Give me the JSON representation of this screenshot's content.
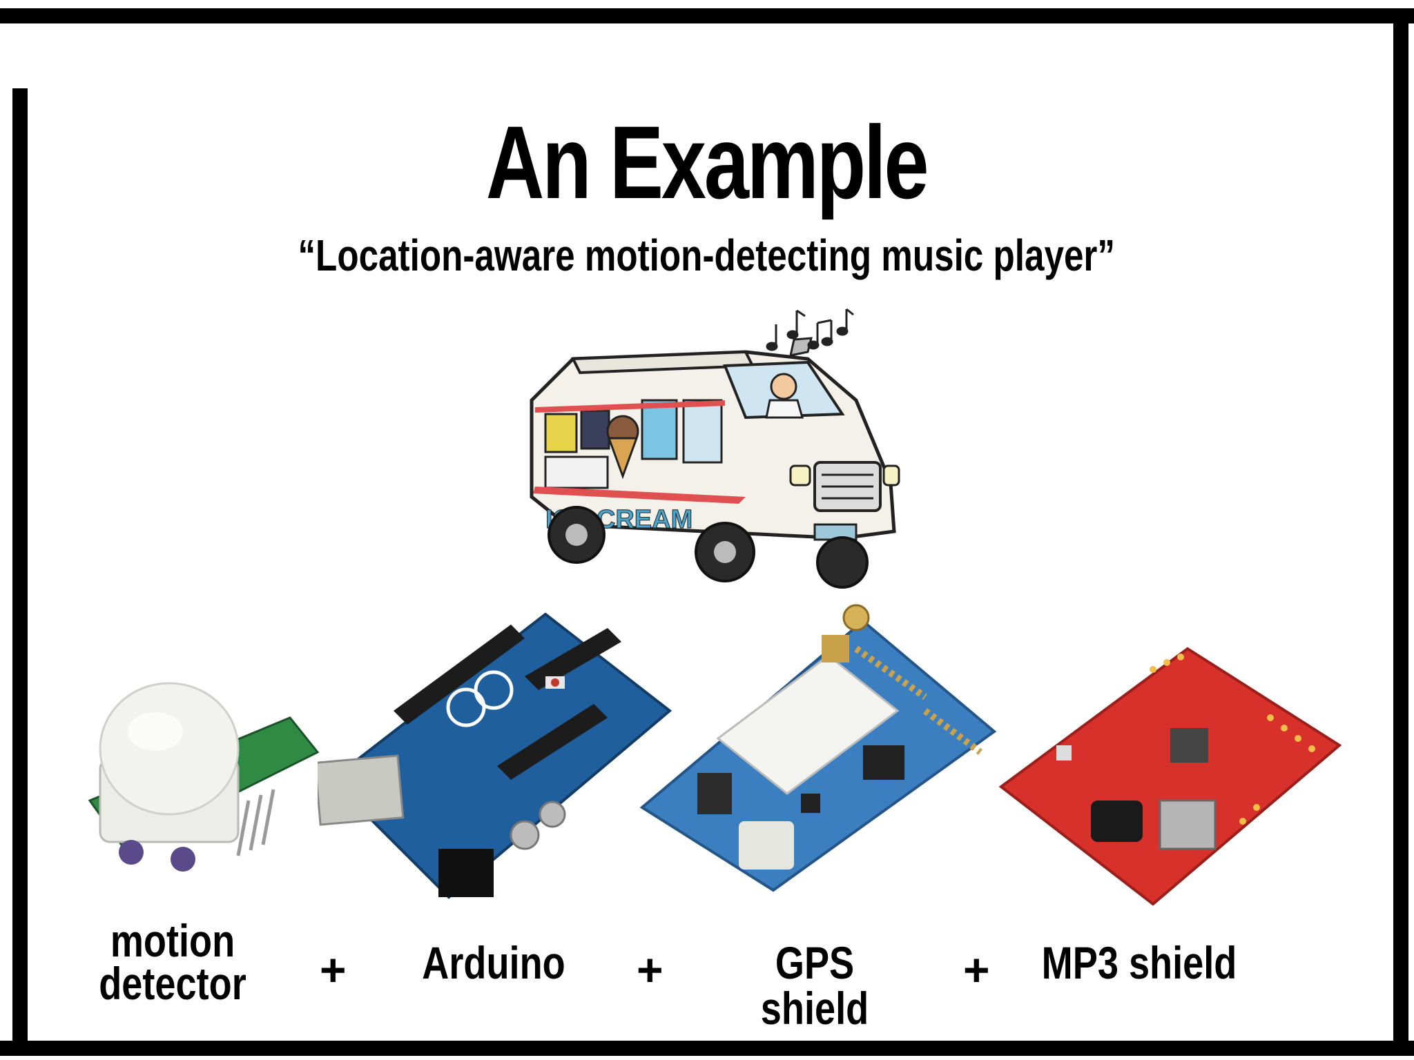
{
  "slide": {
    "title": "An Example",
    "subtitle": "“Location-aware motion-detecting music player”",
    "truck_text": "ICE CREAM",
    "labels": {
      "motion_line1": "motion",
      "motion_line2": "detector",
      "arduino": "Arduino",
      "gps": "GPS shield",
      "mp3": "MP3 shield"
    },
    "plus_signs": [
      "+",
      "+",
      "+"
    ]
  },
  "icons": [
    "ice-cream-truck-icon",
    "music-notes-icon",
    "pir-sensor-icon",
    "arduino-board-icon",
    "gps-shield-icon",
    "mp3-shield-icon"
  ]
}
